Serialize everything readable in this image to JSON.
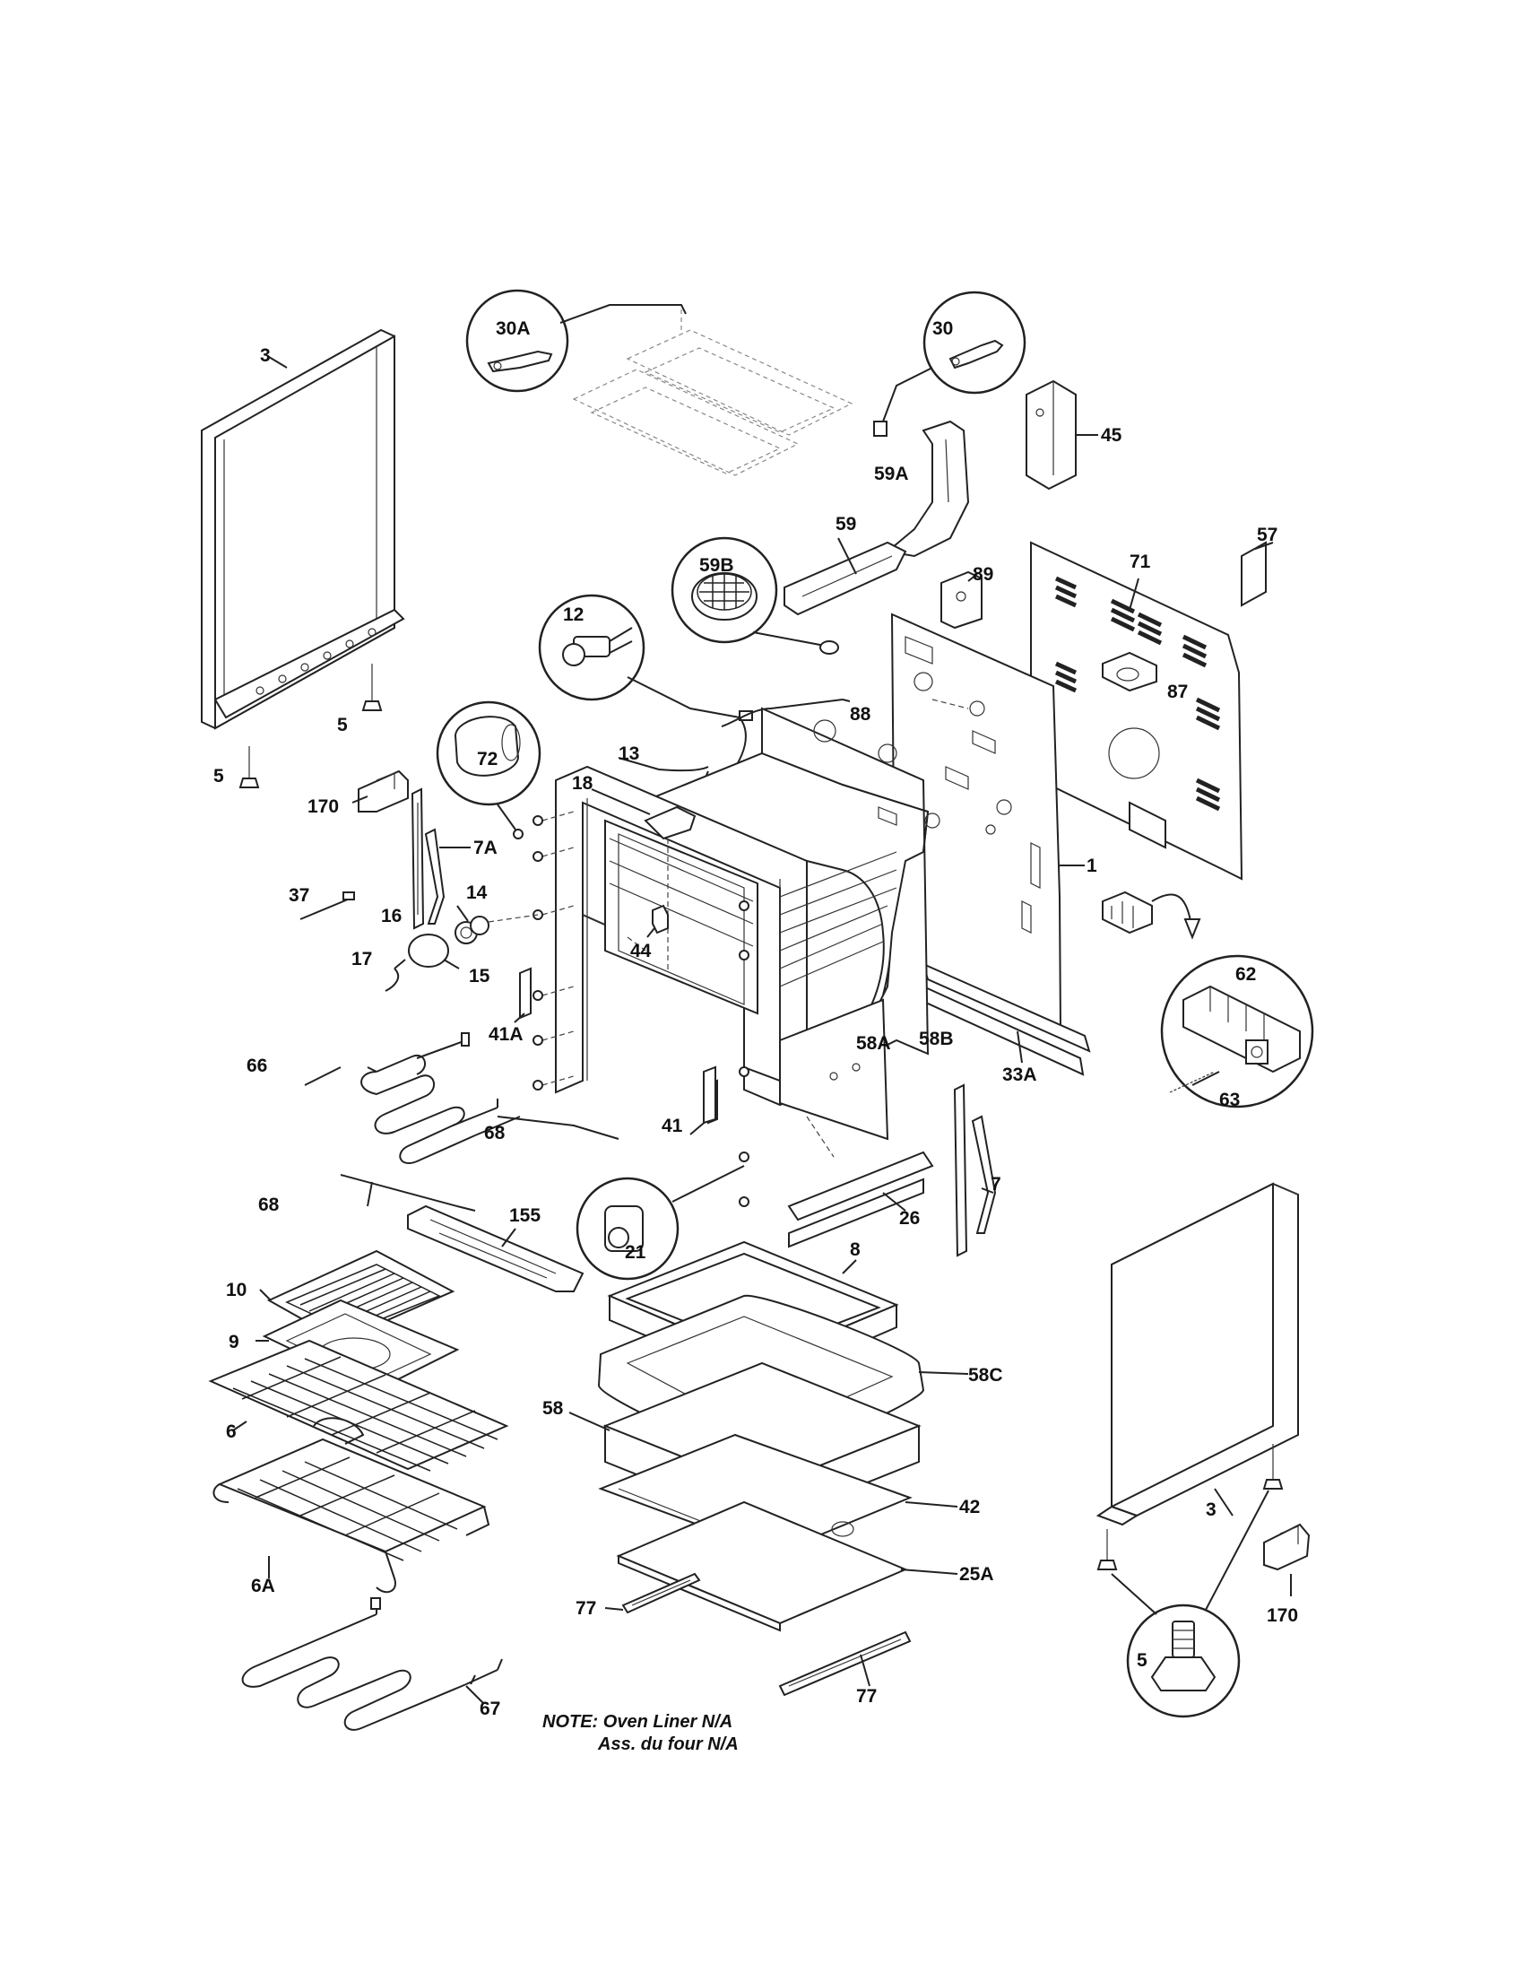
{
  "labels": {
    "l3_left": "3",
    "l30a": "30A",
    "l30": "30",
    "l45": "45",
    "l59a": "59A",
    "l59": "59",
    "l59b": "59B",
    "l57": "57",
    "l71": "71",
    "l89": "89",
    "l87": "87",
    "l12": "12",
    "l88": "88",
    "l5_top": "5",
    "l5_left": "5",
    "l170_left": "170",
    "l72": "72",
    "l13": "13",
    "l18": "18",
    "l7a": "7A",
    "l1": "1",
    "l37": "37",
    "l14": "14",
    "l16": "16",
    "l17": "17",
    "l15": "15",
    "l44": "44",
    "l41a": "41A",
    "l58a": "58A",
    "l58b": "58B",
    "l33a": "33A",
    "l62": "62",
    "l63": "63",
    "l66": "66",
    "l68_right": "68",
    "l68_left": "68",
    "l41": "41",
    "l7": "7",
    "l26": "26",
    "l21": "21",
    "l155": "155",
    "l10": "10",
    "l9": "9",
    "l8": "8",
    "l58c": "58C",
    "l6": "6",
    "l58": "58",
    "l42": "42",
    "l6a": "6A",
    "l25a": "25A",
    "l77_left": "77",
    "l77_right": "77",
    "l3_right": "3",
    "l170_right": "170",
    "l5_callout": "5",
    "l67": "67"
  },
  "note": {
    "line1": "NOTE: Oven Liner N/A",
    "line2": "Ass. du four N/A"
  }
}
